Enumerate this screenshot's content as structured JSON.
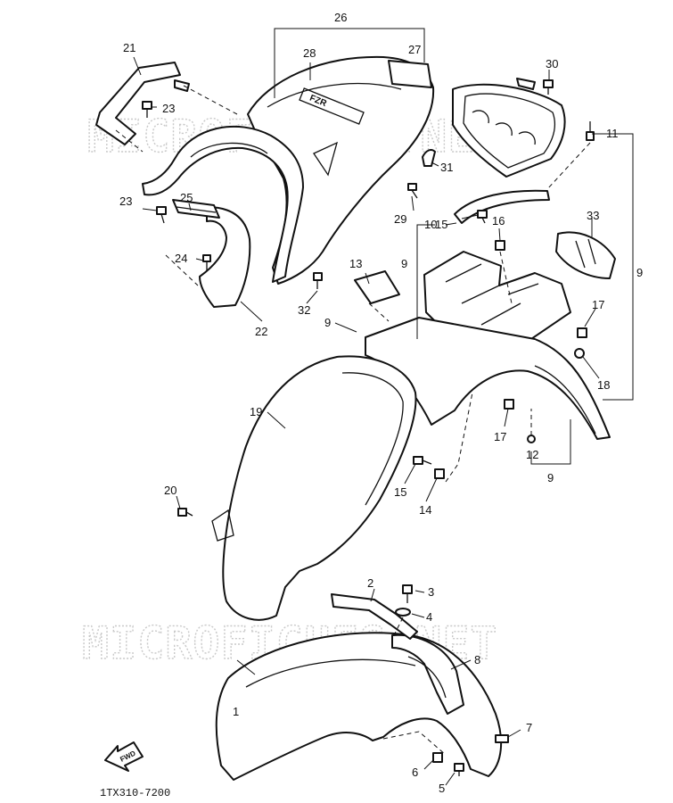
{
  "diagram": {
    "code": "1TX310-7200",
    "watermark": "MICROFICHES.NET",
    "fwd_label": "FWD",
    "seat_emblem": "FZR",
    "callouts": [
      "1",
      "2",
      "3",
      "4",
      "5",
      "6",
      "7",
      "8",
      "9",
      "9",
      "9",
      "9",
      "10",
      "11",
      "12",
      "13",
      "14",
      "15",
      "15",
      "16",
      "17",
      "17",
      "18",
      "19",
      "20",
      "21",
      "22",
      "23",
      "23",
      "24",
      "25",
      "26",
      "27",
      "28",
      "29",
      "30",
      "31",
      "32",
      "33"
    ]
  }
}
